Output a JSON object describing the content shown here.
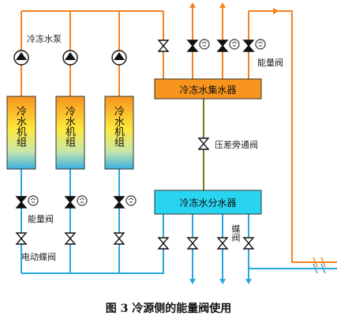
{
  "caption": "图 3 冷源侧的能量阀使用",
  "labels": {
    "pump": "冷冻水泵",
    "energy_valve_top": "能量阀",
    "energy_valve_left": "能量阀",
    "motor_valve": "电动蝶阀",
    "bypass_valve": "压差旁通阀",
    "butterfly_valve": "蝶阀"
  },
  "chillers": [
    {
      "text": "冷水机组"
    },
    {
      "text": "冷水机组"
    },
    {
      "text": "冷水机组"
    }
  ],
  "collector": "冷冻水集水器",
  "distributor": "冷冻水分水器",
  "colors": {
    "supply_pipe": "#F58220",
    "return_pipe": "#29A8E0",
    "bypass_pipe": "#6E7B1A",
    "collector_fill": "#F7941D",
    "distributor_fill": "#29D4F0",
    "chiller_gradient_top": "#F7931E",
    "chiller_gradient_mid": "#FFF200",
    "chiller_gradient_bottom": "#29ABE2"
  }
}
